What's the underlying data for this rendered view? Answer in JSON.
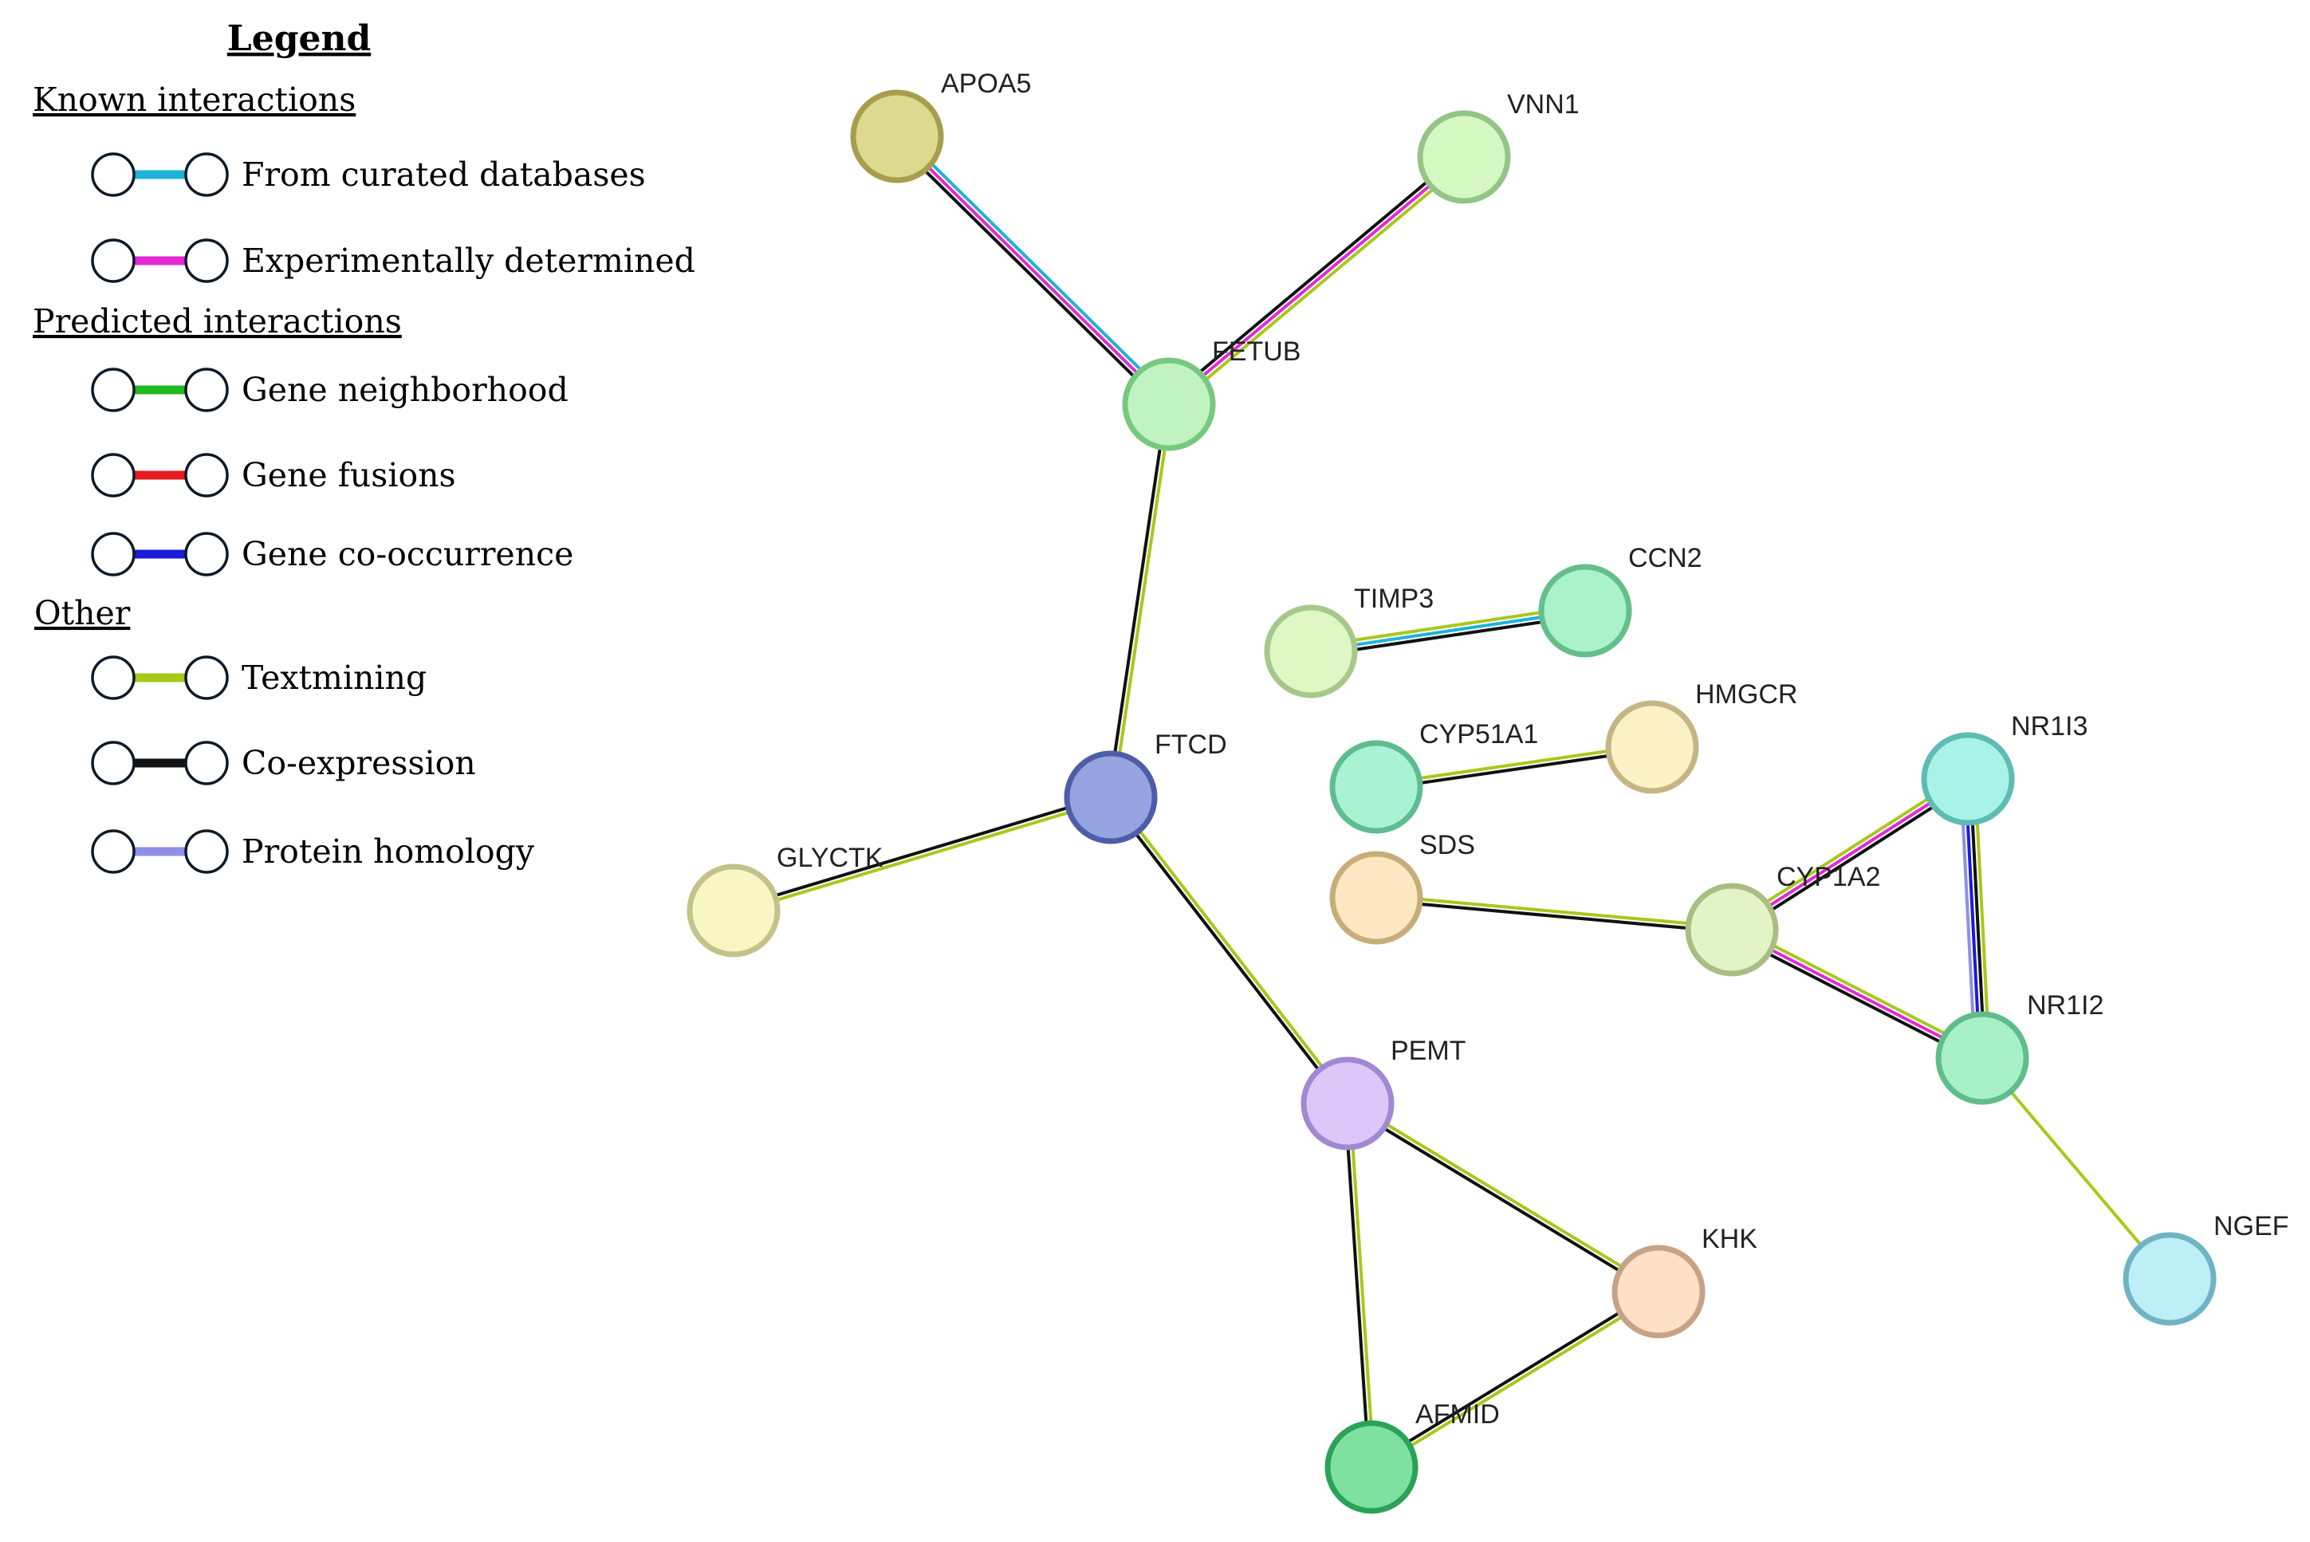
{
  "legend": {
    "title": "Legend",
    "sections": [
      {
        "heading": "Known interactions",
        "items": [
          {
            "label": "From curated databases",
            "color": "#1eb2d6"
          },
          {
            "label": "Experimentally determined",
            "color": "#e32ad3"
          }
        ]
      },
      {
        "heading": "Predicted interactions",
        "items": [
          {
            "label": "Gene neighborhood",
            "color": "#22b822"
          },
          {
            "label": "Gene fusions",
            "color": "#e31b1b"
          },
          {
            "label": "Gene co-occurrence",
            "color": "#1a1ad9"
          }
        ]
      },
      {
        "heading": "Other",
        "items": [
          {
            "label": "Textmining",
            "color": "#a8c81a"
          },
          {
            "label": "Co-expression",
            "color": "#111111"
          },
          {
            "label": "Protein homology",
            "color": "#8f8fe8"
          }
        ]
      }
    ]
  },
  "network": {
    "nodes": [
      {
        "id": "APOA5",
        "label": "APOA5",
        "fill": "#ddd98e",
        "stroke": "#a59e4c"
      },
      {
        "id": "VNN1",
        "label": "VNN1",
        "fill": "#d5f7c2",
        "stroke": "#93c488"
      },
      {
        "id": "FETUB",
        "label": "FETUB",
        "fill": "#c0f2c2",
        "stroke": "#78c87f"
      },
      {
        "id": "TIMP3",
        "label": "TIMP3",
        "fill": "#dff7c4",
        "stroke": "#a6c88b"
      },
      {
        "id": "CCN2",
        "label": "CCN2",
        "fill": "#abf1c9",
        "stroke": "#64bf8a"
      },
      {
        "id": "HMGCR",
        "label": "HMGCR",
        "fill": "#fbf0c6",
        "stroke": "#c4b684"
      },
      {
        "id": "CYP51A1",
        "label": "CYP51A1",
        "fill": "#a9f2d3",
        "stroke": "#5fbc91"
      },
      {
        "id": "NR1I3",
        "label": "NR1I3",
        "fill": "#a8f2e8",
        "stroke": "#5fbcb2"
      },
      {
        "id": "FTCD",
        "label": "FTCD",
        "fill": "#95a3e0",
        "stroke": "#4e5da8"
      },
      {
        "id": "SDS",
        "label": "SDS",
        "fill": "#fbe8c2",
        "stroke": "#c7ad7a"
      },
      {
        "id": "CYP1A2",
        "label": "CYP1A2",
        "fill": "#e2f4c6",
        "stroke": "#a8be82"
      },
      {
        "id": "GLYCTK",
        "label": "GLYCTK",
        "fill": "#f8f7c4",
        "stroke": "#c3c28b"
      },
      {
        "id": "NR1I2",
        "label": "NR1I2",
        "fill": "#a8f0c8",
        "stroke": "#5fbc8b"
      },
      {
        "id": "PEMT",
        "label": "PEMT",
        "fill": "#dcc8f8",
        "stroke": "#a188d2"
      },
      {
        "id": "KHK",
        "label": "KHK",
        "fill": "#fde0c6",
        "stroke": "#c6a287"
      },
      {
        "id": "NGEF",
        "label": "NGEF",
        "fill": "#bdeff7",
        "stroke": "#70b4c4"
      },
      {
        "id": "AFMID",
        "label": "AFMID",
        "fill": "#7ee0a1",
        "stroke": "#2aa257"
      }
    ],
    "edges": [
      {
        "from": "APOA5",
        "to": "FETUB",
        "evidence": [
          "#1eb2d6",
          "#e32ad3",
          "#111111"
        ]
      },
      {
        "from": "VNN1",
        "to": "FETUB",
        "evidence": [
          "#a8c81a",
          "#e32ad3",
          "#111111"
        ]
      },
      {
        "from": "FETUB",
        "to": "FTCD",
        "evidence": [
          "#a8c81a",
          "#111111"
        ]
      },
      {
        "from": "TIMP3",
        "to": "CCN2",
        "evidence": [
          "#a8c81a",
          "#1eb2d6",
          "#111111"
        ]
      },
      {
        "from": "CYP51A1",
        "to": "HMGCR",
        "evidence": [
          "#a8c81a",
          "#111111"
        ]
      },
      {
        "from": "GLYCTK",
        "to": "FTCD",
        "evidence": [
          "#111111",
          "#a8c81a"
        ]
      },
      {
        "from": "FTCD",
        "to": "PEMT",
        "evidence": [
          "#a8c81a",
          "#111111"
        ]
      },
      {
        "from": "SDS",
        "to": "CYP1A2",
        "evidence": [
          "#a8c81a",
          "#111111"
        ]
      },
      {
        "from": "CYP1A2",
        "to": "NR1I3",
        "evidence": [
          "#a8c81a",
          "#e32ad3",
          "#111111"
        ]
      },
      {
        "from": "CYP1A2",
        "to": "NR1I2",
        "evidence": [
          "#a8c81a",
          "#e32ad3",
          "#111111"
        ]
      },
      {
        "from": "NR1I3",
        "to": "NR1I2",
        "evidence": [
          "#a8c81a",
          "#111111",
          "#1a1ad9",
          "#8f8fe8"
        ]
      },
      {
        "from": "NR1I2",
        "to": "NGEF",
        "evidence": [
          "#a8c81a"
        ]
      },
      {
        "from": "PEMT",
        "to": "KHK",
        "evidence": [
          "#a8c81a",
          "#111111"
        ]
      },
      {
        "from": "PEMT",
        "to": "AFMID",
        "evidence": [
          "#a8c81a",
          "#111111"
        ]
      },
      {
        "from": "KHK",
        "to": "AFMID",
        "evidence": [
          "#a8c81a",
          "#111111"
        ]
      }
    ]
  }
}
